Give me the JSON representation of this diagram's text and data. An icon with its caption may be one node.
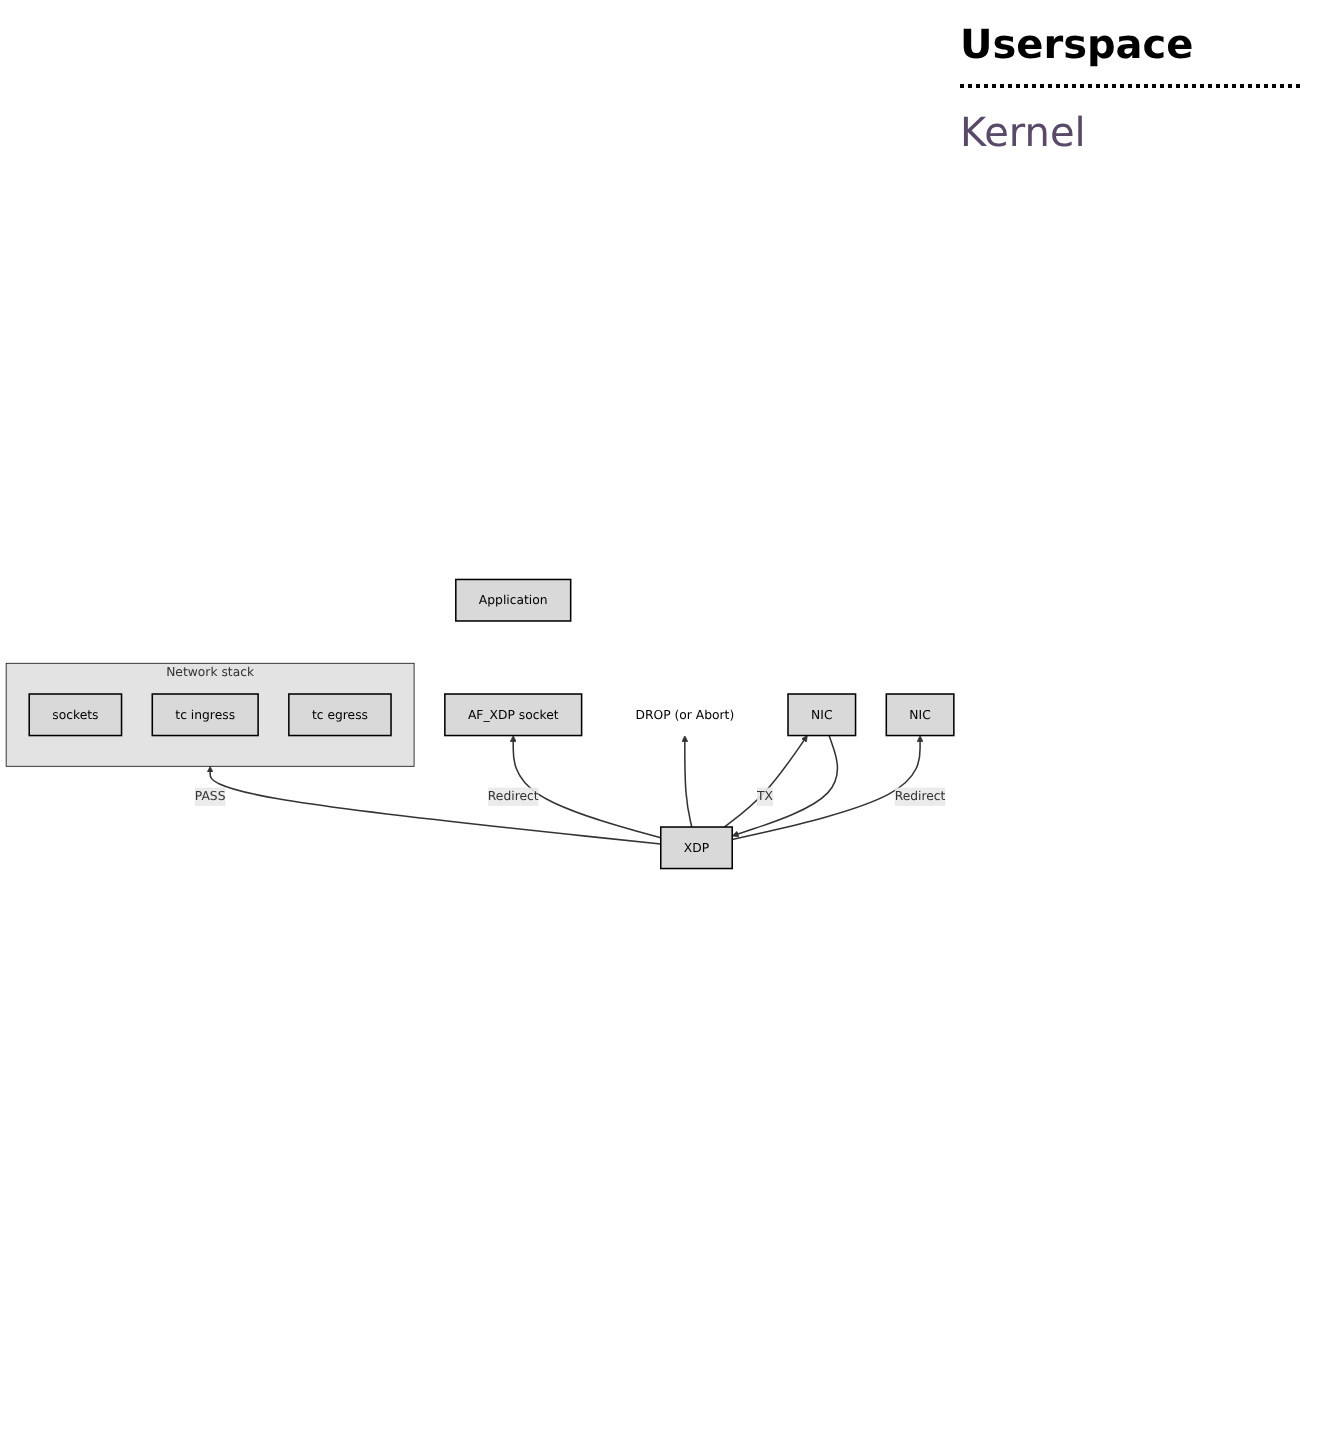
{
  "diagram": {
    "nodes": [
      {
        "text": [
          "Application"
        ]
      },
      {
        "text": [
          "AF_XDP socket"
        ]
      },
      {
        "text": [
          "Network stack"
        ]
      },
      {
        "text": [
          "sockets"
        ],
        "in": 2
      },
      {
        "text": [
          "tc ingress"
        ],
        "in": 2
      },
      {
        "text": [
          "tc egress"
        ],
        "in": 2
      },
      {
        "text": [
          "XDP"
        ]
      },
      {
        "text": [
          "DROP (or Abort)"
        ]
      },
      {
        "text": [
          "NIC"
        ]
      },
      {
        "text": [
          "NIC"
        ]
      }
    ],
    "edges": [
      {
        "from": 6,
        "to": 1,
        "arrow": "to",
        "label": "Redirect"
      },
      {
        "from": 6,
        "to": 2,
        "arrow": "to",
        "label": "PASS"
      },
      {
        "from": 6,
        "to": 7,
        "arrow": "to"
      },
      {
        "from": 6,
        "to": 8,
        "arrow": "to",
        "label": "TX"
      },
      {
        "from": 8,
        "to": 6,
        "arrow": "to"
      },
      {
        "from": 6,
        "to": 9,
        "arrow": "to",
        "label": "Redirect"
      }
    ],
    "labels": [
      "Userspace",
      "Kernel"
    ]
  }
}
